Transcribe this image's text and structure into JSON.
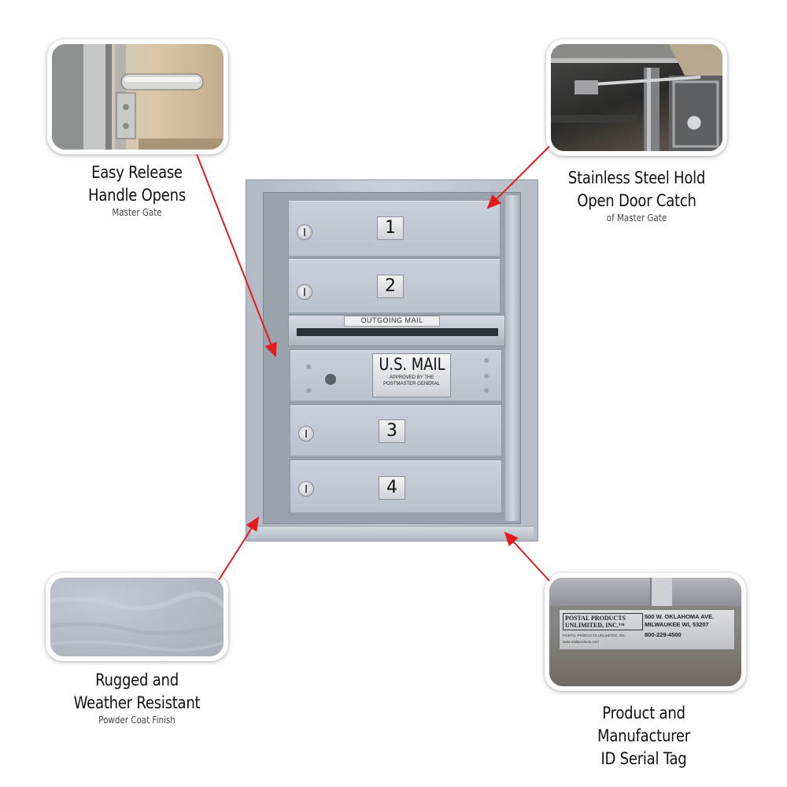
{
  "callouts": {
    "top_left": {
      "title_line1": "Easy Release",
      "title_line2": "Handle Opens",
      "subtitle": "Master Gate"
    },
    "top_right": {
      "title_line1": "Stainless Steel Hold",
      "title_line2": "Open Door Catch",
      "subtitle": "of Master Gate"
    },
    "bottom_left": {
      "title_line1": "Rugged and",
      "title_line2": "Weather Resistant",
      "subtitle": "Powder Coat Finish"
    },
    "bottom_right": {
      "title_line1": "Product and Manufacturer",
      "title_line2": "ID Serial Tag"
    }
  },
  "mailbox": {
    "doors": [
      "1",
      "2",
      "3",
      "4"
    ],
    "outgoing_label": "OUTGOING MAIL",
    "plaque_title": "U.S. MAIL",
    "plaque_line1": "APPROVED BY THE",
    "plaque_line2": "POSTMASTER GENERAL"
  },
  "serial_tag": {
    "company_line1": "POSTAL PRODUCTS",
    "company_line2": "UNLIMITED, INC.™",
    "company_small": "POSTAL PRODUCTS UNLIMITED, INC.",
    "company_url": "www.mailproducts.com",
    "address_line1": "500 W. OKLAHOMA AVE.",
    "address_line2": "MILWAUKEE WI, 53207",
    "phone": "800-229-4500"
  },
  "colors": {
    "arrow": "#e31b1b",
    "mailbox_metal": "#bfc6d0"
  }
}
